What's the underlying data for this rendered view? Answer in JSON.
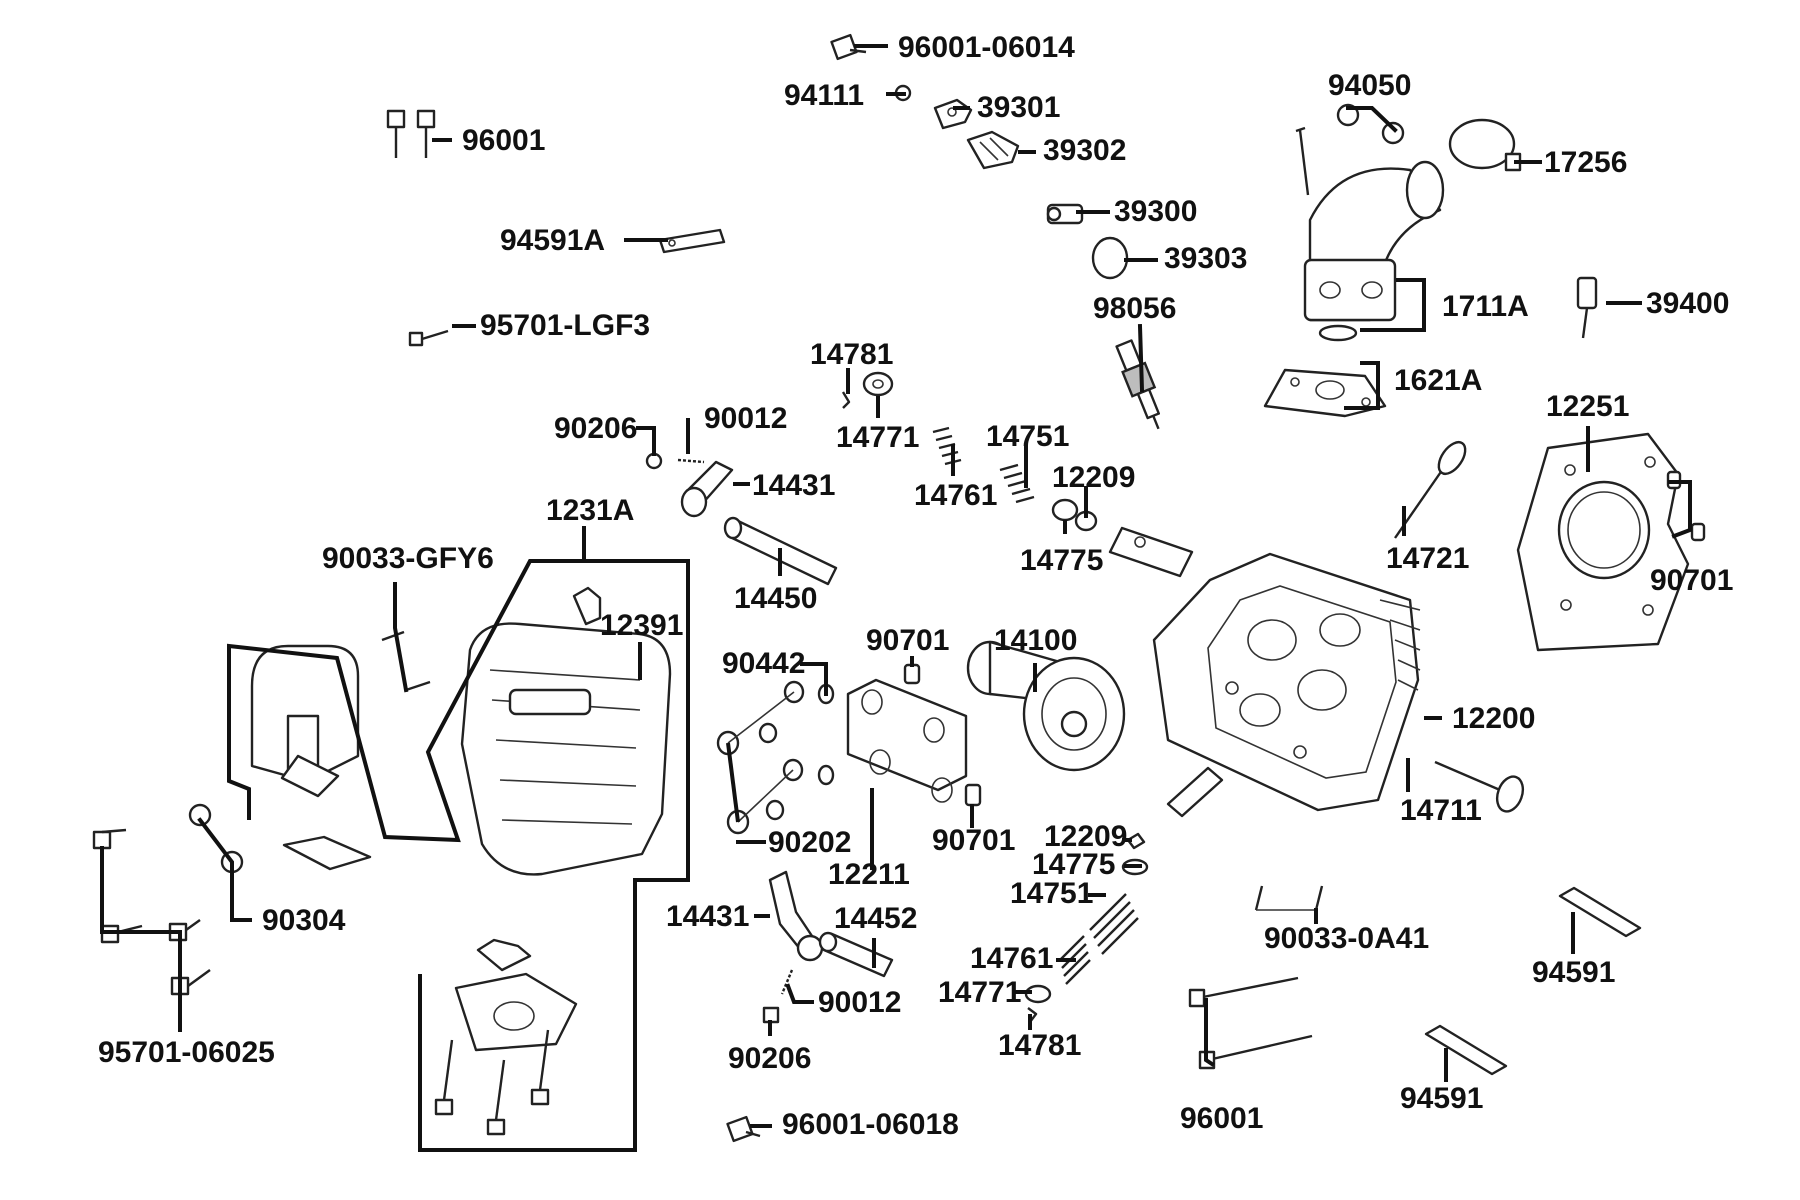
{
  "labels": {
    "p96001_06014": "96001-06014",
    "p94111": "94111",
    "p39301": "39301",
    "p39302": "39302",
    "p96001_top": "96001",
    "p94591a": "94591A",
    "p39300": "39300",
    "p39303": "39303",
    "p95701_lgf3": "95701-LGF3",
    "p98056": "98056",
    "p94050": "94050",
    "p17256": "17256",
    "p1711a": "1711A",
    "p39400": "39400",
    "p1621a": "1621A",
    "p14781_top": "14781",
    "p14771_top": "14771",
    "p14751_top": "14751",
    "p14761_top": "14761",
    "p12209_top": "12209",
    "p14775_top": "14775",
    "p90206_top": "90206",
    "p90012_top": "90012",
    "p14431_top": "14431",
    "p14450": "14450",
    "p1231a": "1231A",
    "p90033_gfy6": "90033-GFY6",
    "p12391": "12391",
    "p12251": "12251",
    "p14721": "14721",
    "p90701_right": "90701",
    "p90442": "90442",
    "p90701_mid": "90701",
    "p14100": "14100",
    "p12200": "12200",
    "p90202": "90202",
    "p12211": "12211",
    "p90701_low": "90701",
    "p12209_low": "12209",
    "p14775_low": "14775",
    "p14751_low": "14751",
    "p14711": "14711",
    "p14761_low": "14761",
    "p14771_low": "14771",
    "p14781_low": "14781",
    "p90033_0a41": "90033-0A41",
    "p94591_upper": "94591",
    "p94591_lower": "94591",
    "p96001_bottom": "96001",
    "p90304": "90304",
    "p95701_06025": "95701-06025",
    "p14431_low": "14431",
    "p14452": "14452",
    "p90012_low": "90012",
    "p90206_low": "90206",
    "p96001_06018": "96001-06018"
  }
}
